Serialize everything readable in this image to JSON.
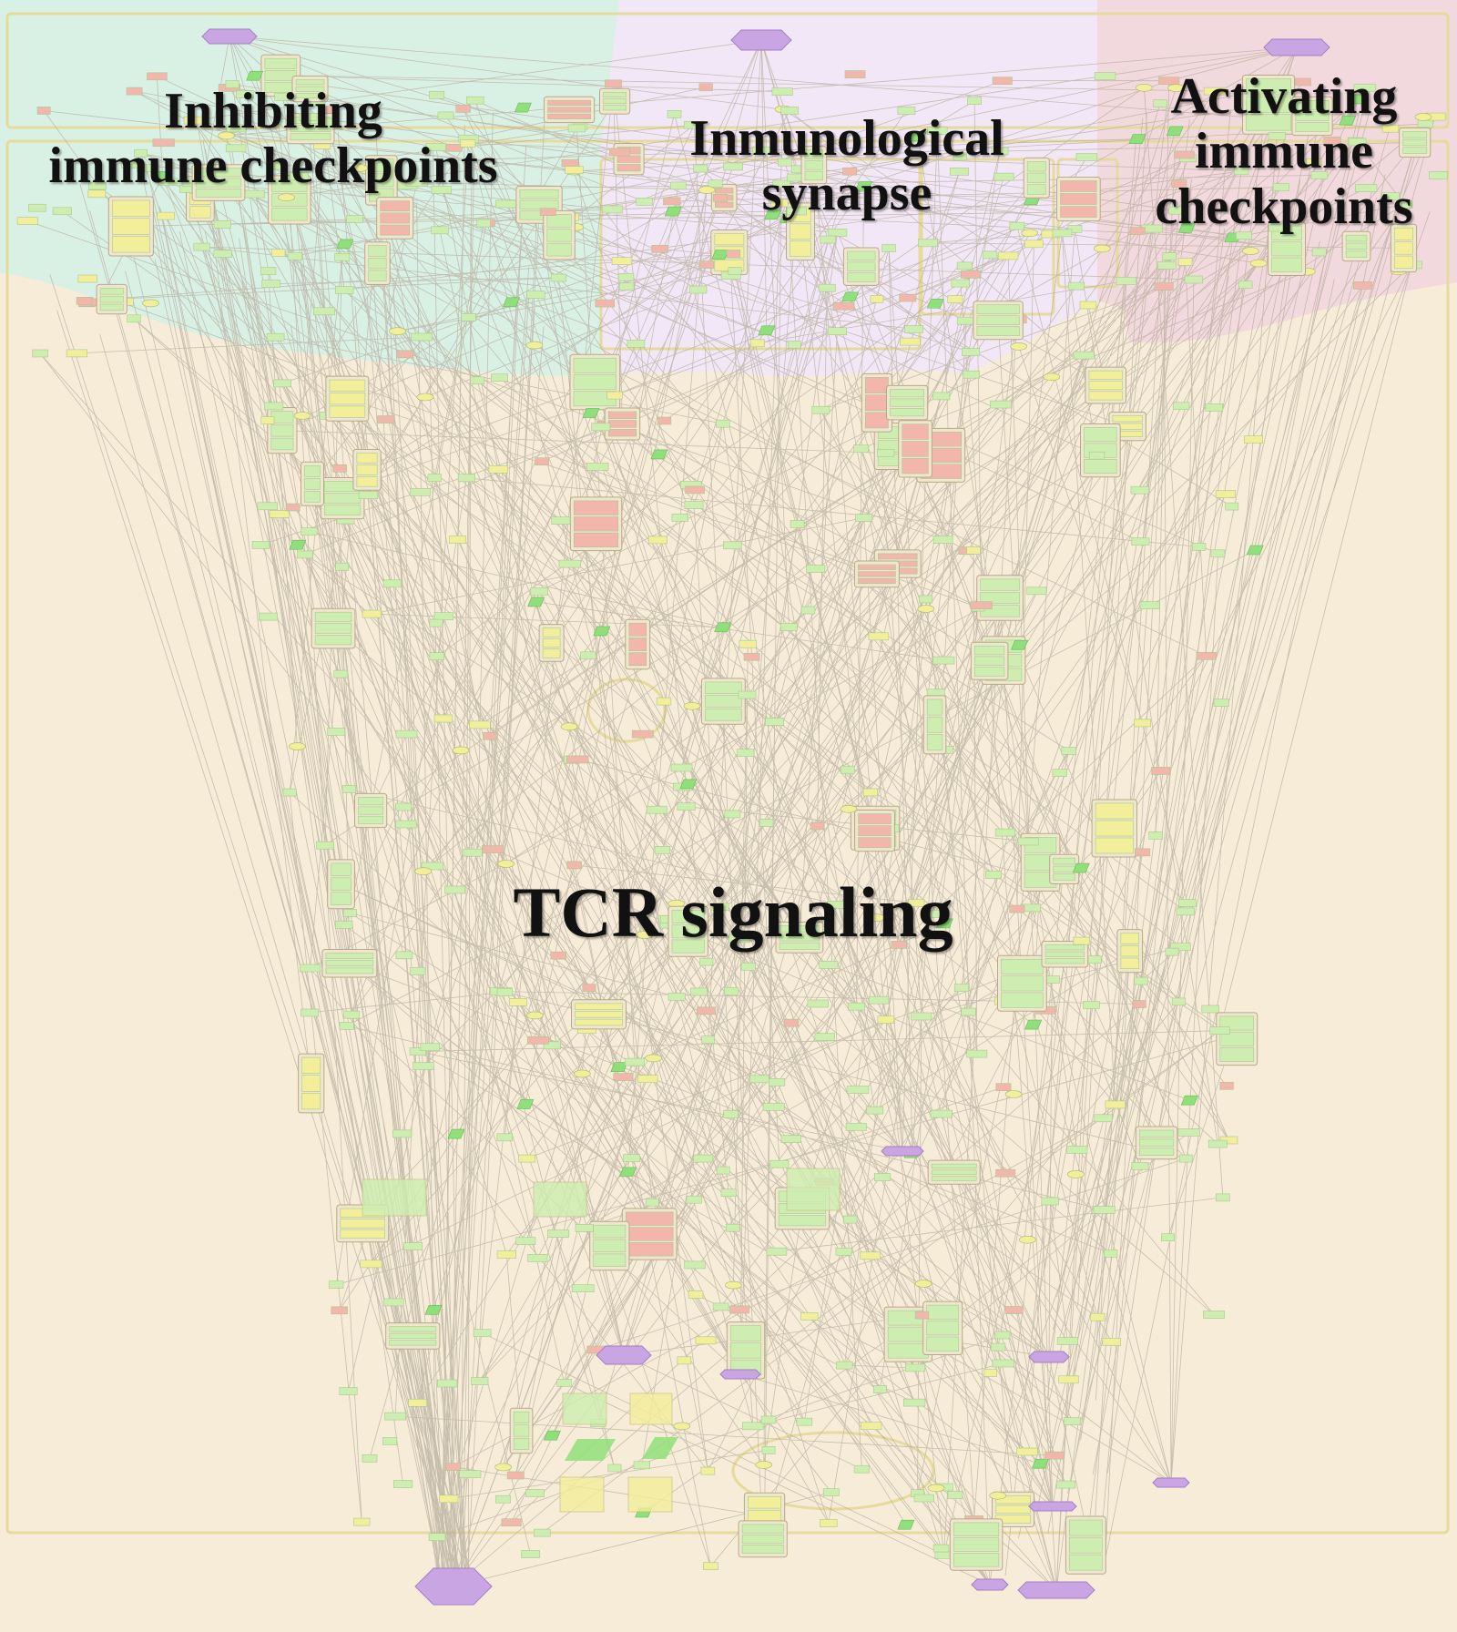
{
  "regions": {
    "inhibiting": {
      "line1": "Inhibiting",
      "line2": "immune checkpoints",
      "color": "#d8f0e4"
    },
    "synapse": {
      "line1": "Inmunological",
      "line2": "synapse",
      "color": "#f0e6f6"
    },
    "activating": {
      "line1": "Activating",
      "line2": "immune",
      "line3": "checkpoints",
      "color": "#f0d8dc"
    },
    "tcr": {
      "title": "TCR signaling",
      "color": "#f6ecd8"
    }
  },
  "colors": {
    "edge": "#b8ae9e",
    "node_green": "#cdeeb0",
    "node_yellow": "#f3ee9a",
    "node_purple": "#c9a6e3",
    "node_pink": "#f2b6ac",
    "compartment": "#e6da9c"
  }
}
